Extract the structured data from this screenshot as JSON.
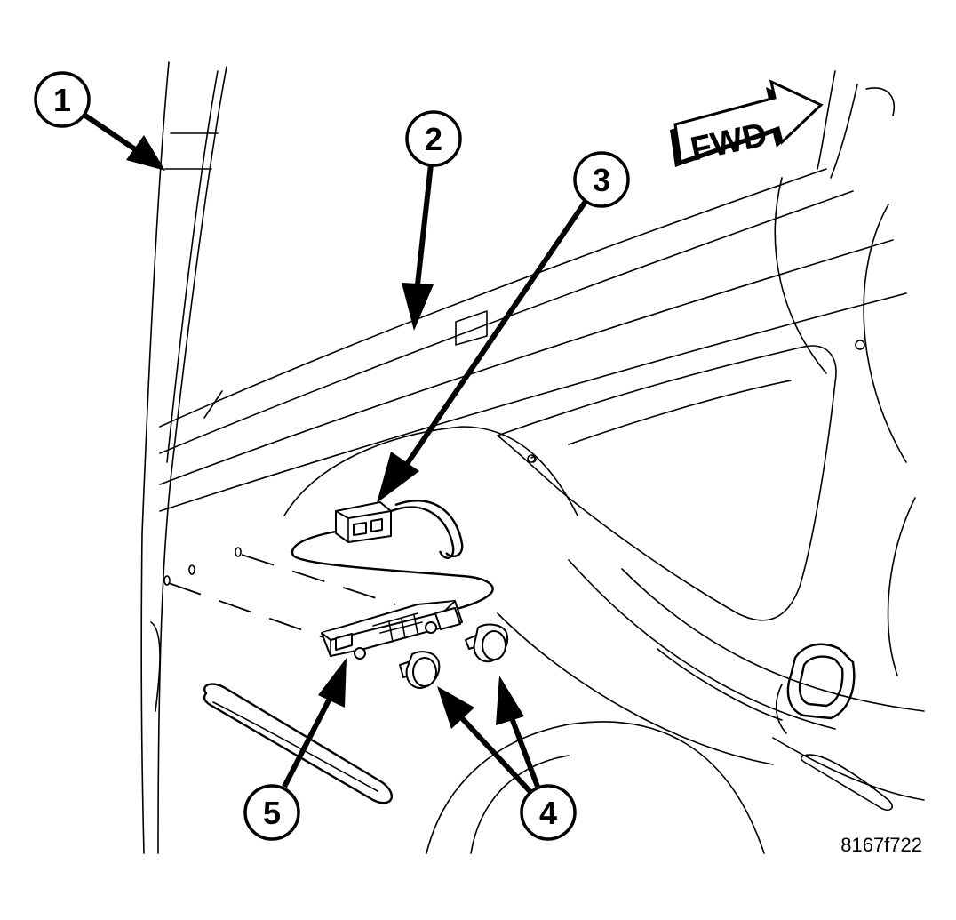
{
  "callouts": [
    {
      "label": "1"
    },
    {
      "label": "2"
    },
    {
      "label": "3"
    },
    {
      "label": "4"
    },
    {
      "label": "5"
    }
  ],
  "direction_arrow": {
    "text": "FWD"
  },
  "figure_code": "8167f722"
}
